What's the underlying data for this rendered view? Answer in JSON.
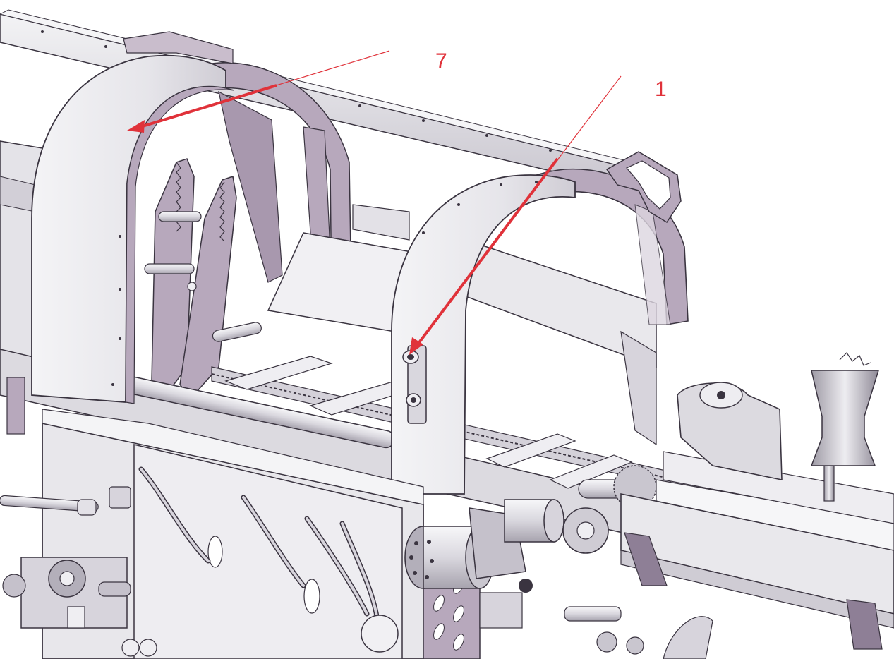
{
  "callouts": [
    {
      "id": "7",
      "label": "7"
    },
    {
      "id": "1",
      "label": "1"
    }
  ],
  "colors": {
    "callout": "#e0323a",
    "metal_light": "#ececef",
    "metal_mid": "#d6d4da",
    "metal_dark": "#a9a4b0",
    "frame_purple": "#b7a8bc",
    "frame_purple_dark": "#8e7f96",
    "outline": "#3a3440",
    "background": "#ffffff"
  }
}
